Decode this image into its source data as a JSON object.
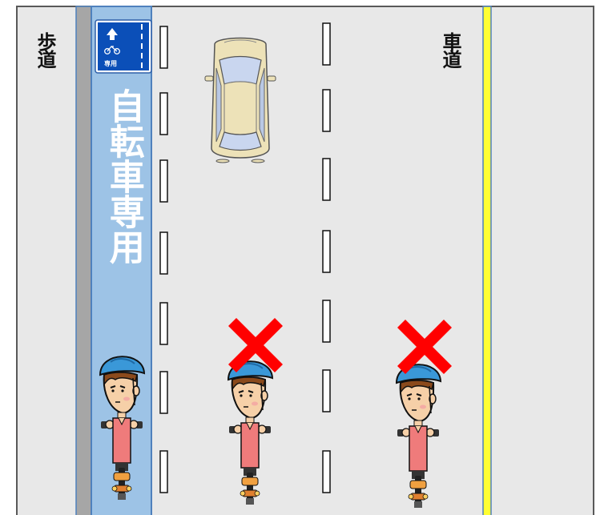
{
  "labels": {
    "sidewalk": "歩道",
    "roadway": "車道",
    "bike_lane": "自転車専用",
    "sign_text": "専用"
  },
  "colors": {
    "background": "#e8e8e8",
    "curb": "#a6a6a6",
    "bike_lane": "#9dc3e6",
    "bike_lane_border": "#4f81bd",
    "sign": "#0b4fb8",
    "edge_line": "#ffff33",
    "prohibited_mark": "#ff0000",
    "helmet": "#3a98d8",
    "shirt": "#ef7b7b"
  },
  "icons": [
    "sedan-car-icon",
    "cyclist-icon",
    "prohibited-x-icon",
    "bicycle-lane-sign-icon"
  ],
  "cyclists": [
    {
      "position": "bike-lane",
      "prohibited": false
    },
    {
      "position": "middle-lane",
      "prohibited": true
    },
    {
      "position": "roadway",
      "prohibited": true
    }
  ]
}
